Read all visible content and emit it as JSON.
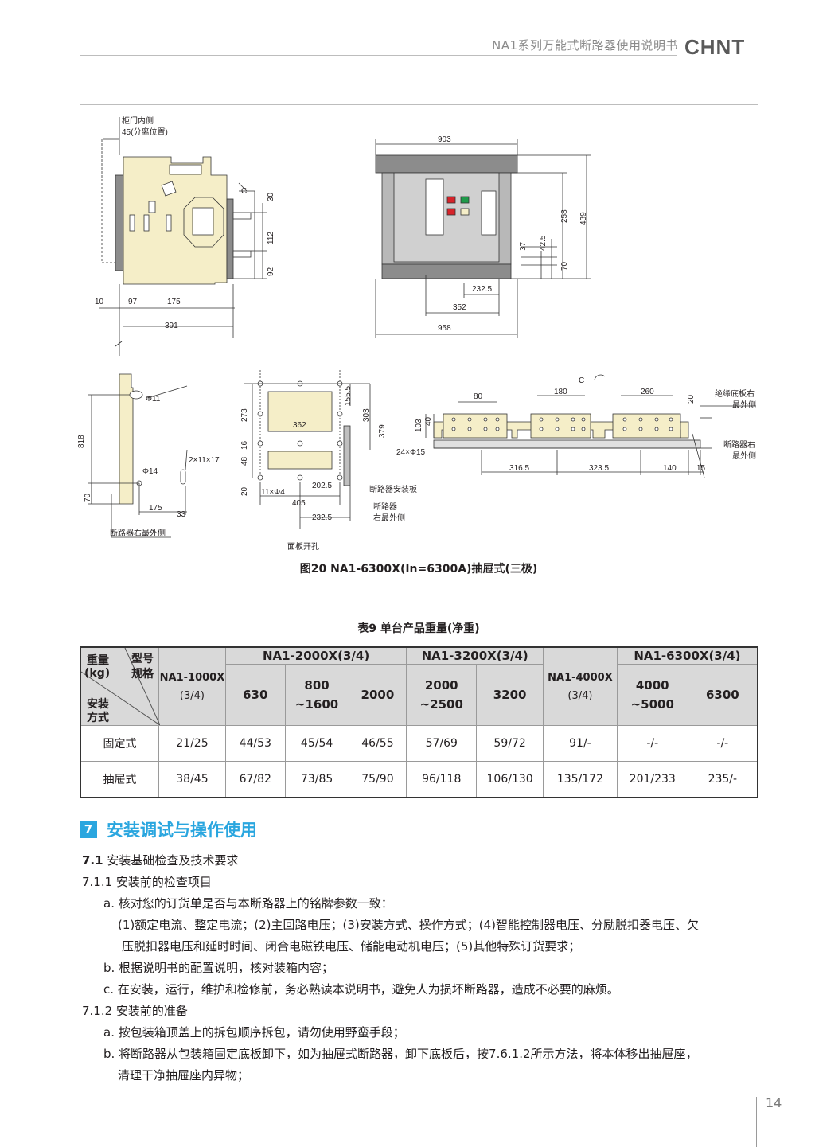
{
  "header": {
    "doc_title": "NA1系列万能式断路器使用说明书",
    "logo": "CHNT"
  },
  "figure": {
    "caption": "图20  NA1-6300X(In=6300A)抽屉式(三极)",
    "side_view": {
      "label_door": "柜门内侧",
      "label_pos": "45(分离位置)",
      "dim_c": "C",
      "dim_30": "30",
      "dim_112": "112",
      "dim_92": "92",
      "dim_10": "10",
      "dim_97": "97",
      "dim_175": "175",
      "dim_391": "391"
    },
    "front_view": {
      "dim_903": "903",
      "dim_258": "258",
      "dim_439": "439",
      "dim_37": "37",
      "dim_42_5": "42.5",
      "dim_70": "70",
      "dim_232_5": "232.5",
      "dim_352": "352",
      "dim_958": "958"
    },
    "side_plate": {
      "dim_phi11": "Φ11",
      "dim_818": "818",
      "dim_phi14": "Φ14",
      "dim_slot": "2×11×17",
      "dim_70": "70",
      "dim_175": "175",
      "dim_33": "33",
      "label_right": "断路器右最外侧"
    },
    "panel_cutout": {
      "dim_273": "273",
      "dim_155_5": "155.5",
      "dim_303": "303",
      "dim_379": "379",
      "dim_362": "362",
      "dim_16": "16",
      "dim_48": "48",
      "dim_20": "20",
      "dim_holes": "11×Φ4",
      "dim_202_5": "202.5",
      "dim_405": "405",
      "dim_232_5": "232.5",
      "label_plate": "断路器安装板",
      "label_right_1": "断路器",
      "label_right_2": "右最外侧",
      "label_panel": "面板开孔"
    },
    "busbar_view": {
      "dim_c": "C",
      "dim_80": "80",
      "dim_180": "180",
      "dim_260": "260",
      "dim_20": "20",
      "dim_103": "103",
      "dim_40": "40",
      "dim_holes": "24×Φ15",
      "dim_316_5": "316.5",
      "dim_323_5": "323.5",
      "dim_140": "140",
      "dim_15": "15",
      "label_base_1": "绝缘底板右",
      "label_base_2": "最外侧",
      "label_brk_1": "断路器右",
      "label_brk_2": "最外侧"
    }
  },
  "weight_table": {
    "caption": "表9 单台产品重量(净重)",
    "corner": {
      "weight": "重量",
      "kg": "(kg)",
      "model": "型号",
      "spec": "规格",
      "mount_1": "安装",
      "mount_2": "方式"
    },
    "col_1000": [
      "NA1-1000X",
      "(3/4)"
    ],
    "group_2000": "NA1-2000X(3/4)",
    "group_3200": "NA1-3200X(3/4)",
    "col_4000": [
      "NA1-4000X",
      "(3/4)"
    ],
    "group_6300": "NA1-6300X(3/4)",
    "sub_630": "630",
    "sub_800": [
      "800",
      "~1600"
    ],
    "sub_2000": "2000",
    "sub_2000b": [
      "2000",
      "~2500"
    ],
    "sub_3200": "3200",
    "sub_4000": [
      "4000",
      "~5000"
    ],
    "sub_6300": "6300",
    "rows": [
      {
        "label": "固定式",
        "values": [
          "21/25",
          "44/53",
          "45/54",
          "46/55",
          "57/69",
          "59/72",
          "91/-",
          "-/-",
          "-/-"
        ]
      },
      {
        "label": "抽屉式",
        "values": [
          "38/45",
          "67/82",
          "73/85",
          "75/90",
          "96/118",
          "106/130",
          "135/172",
          "201/233",
          "235/-"
        ]
      }
    ]
  },
  "section": {
    "number": "7",
    "title": "安装调试与操作使用",
    "s71_num": "7.1",
    "s71_text": " 安装基础检查及技术要求",
    "s711": "7.1.1 安装前的检查项目",
    "a": "a. 核对您的订货单是否与本断路器上的铭牌参数一致：",
    "a_detail_1": "(1)额定电流、整定电流；(2)主回路电压；(3)安装方式、操作方式；(4)智能控制器电压、分励脱扣器电压、欠",
    "a_detail_2": "压脱扣器电压和延时时间、闭合电磁铁电压、储能电动机电压；(5)其他特殊订货要求；",
    "b": "b. 根据说明书的配置说明，核对装箱内容；",
    "c": "c. 在安装，运行，维护和检修前，务必熟读本说明书，避免人为损坏断路器，造成不必要的麻烦。",
    "s712": "7.1.2 安装前的准备",
    "a2": "a. 按包装箱顶盖上的拆包顺序拆包，请勿使用野蛮手段；",
    "b2_1": "b. 将断路器从包装箱固定底板卸下，如为抽屉式断路器，卸下底板后，按7.6.1.2所示方法，将本体移出抽屉座，",
    "b2_2": "清理干净抽屉座内异物；"
  },
  "page": {
    "number": "14"
  }
}
